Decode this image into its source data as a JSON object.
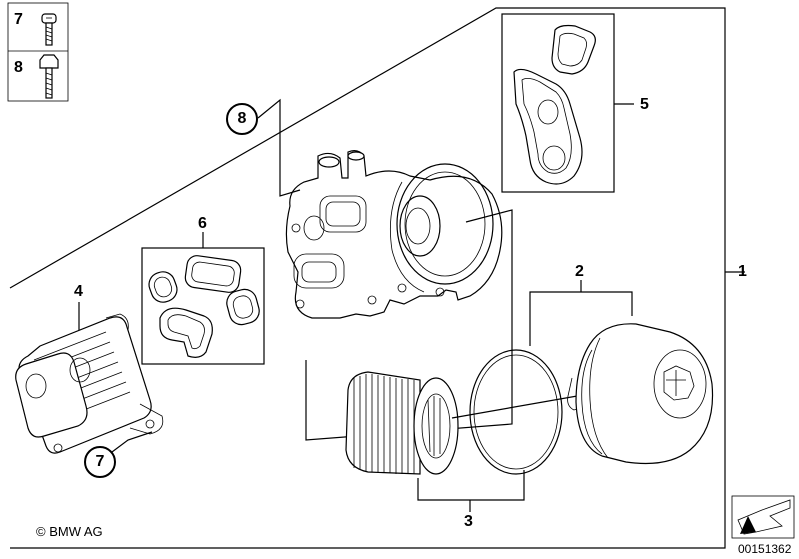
{
  "labels": {
    "l1": "1",
    "l2": "2",
    "l3": "3",
    "l4": "4",
    "l5": "5",
    "l6": "6",
    "l7_legend": "7",
    "l8_legend": "8",
    "l7_callout": "7",
    "l8_callout": "8"
  },
  "footer": {
    "copyright": "© BMW AG",
    "document_number": "00151362"
  },
  "icons": {
    "nav_arrow": "diagonal-arrow-icon"
  }
}
